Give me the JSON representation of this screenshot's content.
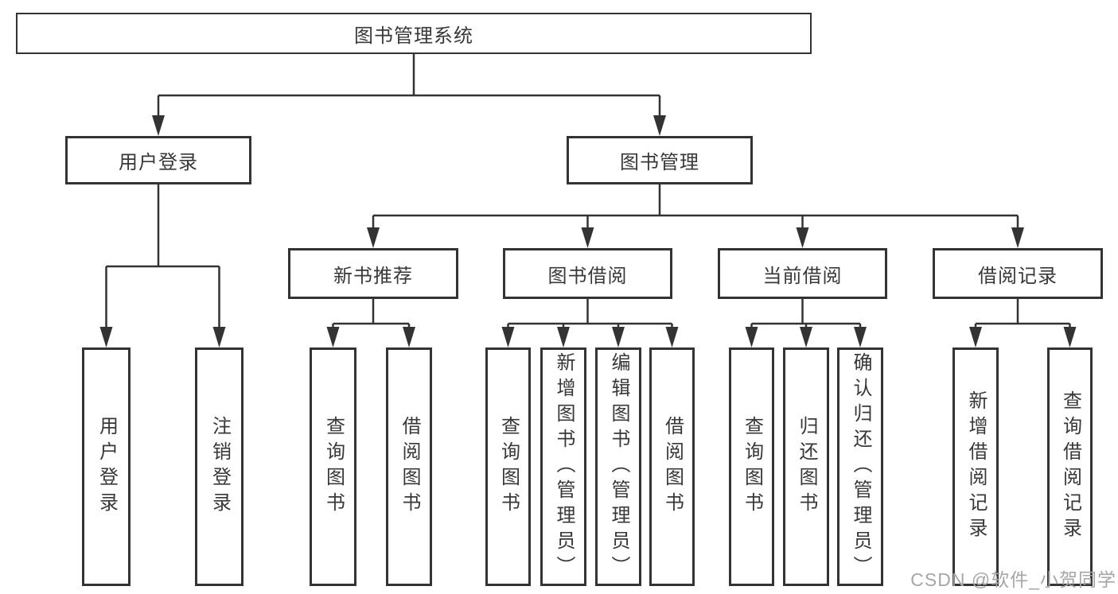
{
  "colors": {
    "line": "#333333",
    "text": "#383838",
    "watermark": "#a6a6a6",
    "background": "#ffffff"
  },
  "tree": {
    "label": "图书管理系统",
    "children": [
      {
        "label": "用户登录",
        "children": [
          {
            "label": "用户登录"
          },
          {
            "label": "注销登录"
          }
        ]
      },
      {
        "label": "图书管理",
        "children": [
          {
            "label": "新书推荐",
            "children": [
              {
                "label": "查询图书"
              },
              {
                "label": "借阅图书"
              }
            ]
          },
          {
            "label": "图书借阅",
            "children": [
              {
                "label": "查询图书"
              },
              {
                "label": "新增图书（管理员）"
              },
              {
                "label": "编辑图书（管理员）"
              },
              {
                "label": "借阅图书"
              }
            ]
          },
          {
            "label": "当前借阅",
            "children": [
              {
                "label": "查询图书"
              },
              {
                "label": "归还图书"
              },
              {
                "label": "确认归还（管理员）"
              }
            ]
          },
          {
            "label": "借阅记录",
            "children": [
              {
                "label": "新增借阅记录"
              },
              {
                "label": "查询借阅记录"
              }
            ]
          }
        ]
      }
    ]
  },
  "watermark": {
    "text": "CSDN @软件_小贺同学"
  }
}
